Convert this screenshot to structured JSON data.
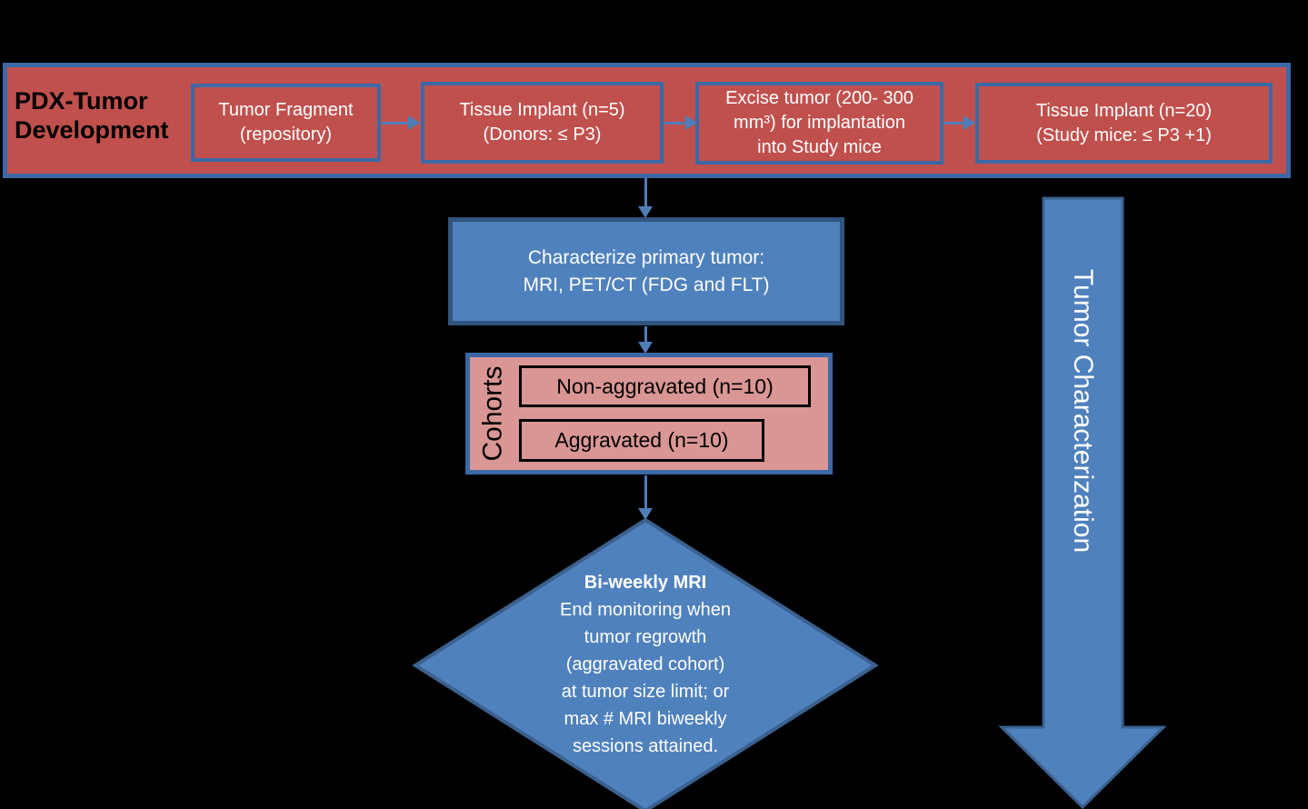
{
  "colors": {
    "bg": "#000000",
    "red_fill": "#C0504D",
    "pink_fill": "#D99694",
    "blue_fill": "#4F81BD",
    "banner_border": "#3C69A5",
    "blue_border": "#31547E",
    "blue_border2": "#3A618F",
    "connector": "#4E7DB7",
    "item_border": "#000000",
    "text_white": "#FFFFFF",
    "text_black": "#000000"
  },
  "banner": {
    "title_lines": [
      "PDX-Tumor",
      "Development"
    ],
    "boxes": [
      {
        "lines": [
          "Tumor Fragment",
          "(repository)"
        ]
      },
      {
        "lines": [
          "Tissue Implant (n=5)",
          "(Donors: ≤ P3)"
        ]
      },
      {
        "lines": [
          "Excise tumor (200- 300",
          "mm³) for implantation",
          "into Study mice"
        ]
      },
      {
        "lines": [
          "Tissue Implant (n=20)",
          "(Study mice: ≤ P3 +1)"
        ]
      }
    ]
  },
  "characterize_box": {
    "lines": [
      "Characterize primary tumor:",
      "MRI, PET/CT (FDG and FLT)"
    ]
  },
  "cohorts": {
    "label": "Cohorts",
    "items": [
      {
        "label": "Non-aggravated (n=10)"
      },
      {
        "label": "Aggravated (n=10)"
      }
    ]
  },
  "decision": {
    "title": "Bi-weekly MRI",
    "lines": [
      "End monitoring when",
      "tumor regrowth",
      "(aggravated cohort)",
      "at tumor size limit; or",
      "max # MRI biweekly",
      "sessions attained."
    ]
  },
  "side_arrow": {
    "label": "Tumor Characterization"
  }
}
